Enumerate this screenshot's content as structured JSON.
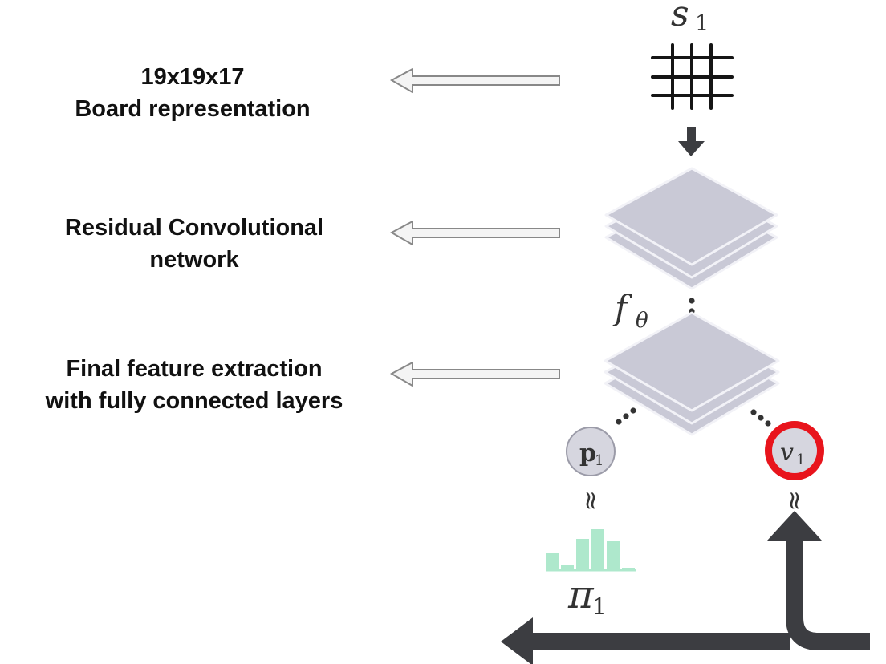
{
  "labels": {
    "board_line1": "19x19x17",
    "board_line2": "Board representation",
    "resnet_line1": "Residual Convolutional",
    "resnet_line2": "network",
    "final_line1": "Final feature extraction",
    "final_line2": "with fully connected layers"
  },
  "symbols": {
    "state": "s",
    "state_sub": "1",
    "network": "f",
    "network_sub": "θ",
    "policy": "p",
    "policy_sub": "1",
    "value": "v",
    "value_sub": "1",
    "pi": "π",
    "pi_sub": "1",
    "approx": "≈"
  },
  "policy_histogram": [
    0.35,
    0.1,
    0.65,
    0.85,
    0.6,
    0.05
  ],
  "colors": {
    "layer_fill": "#c9c9d6",
    "layer_stroke": "#f2f2f7",
    "node_fill": "#d6d6df",
    "value_ring": "#e8141c",
    "histogram": "#aee8cc",
    "flow_arrow": "#3c3d41",
    "left_arrow_fill": "#f4f4f4",
    "left_arrow_stroke": "#888888"
  },
  "icons": {
    "board": "grid-3x3-icon",
    "down": "arrow-down-icon",
    "left": "arrow-left-icon"
  }
}
